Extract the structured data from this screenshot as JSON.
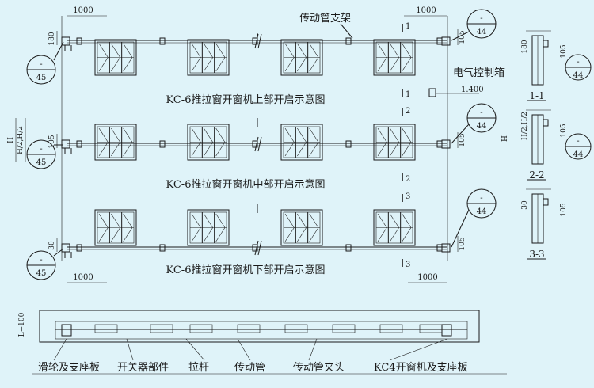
{
  "diagram": {
    "rows": [
      {
        "caption": "KC-6推拉窗开窗机上部开启示意图",
        "section": "1",
        "callout_left": {
          "top": "-",
          "bottom": "45"
        },
        "callout_right": {
          "top": "-",
          "bottom": "44"
        },
        "dim_left": "180",
        "dim_right": "105",
        "dim_far_left": ""
      },
      {
        "caption": "KC-6推拉窗开窗机中部开启示意图",
        "section": "2",
        "callout_left": {
          "top": "-",
          "bottom": "45"
        },
        "callout_right": {
          "top": "-",
          "bottom": "44"
        },
        "dim_left": "105",
        "dim_right": "105",
        "dim_far_left": "H/2,H/2"
      },
      {
        "caption": "KC-6推拉窗开窗机下部开启示意图",
        "section": "3",
        "callout_left": {
          "top": "-",
          "bottom": "45"
        },
        "callout_right": {
          "top": "-",
          "bottom": "44"
        },
        "dim_left": "30",
        "dim_right": "105",
        "dim_far_left": ""
      }
    ],
    "dim_1000": "1000",
    "dim_H": "H",
    "label_support": "传动管支架",
    "label_control_box": "电气控制箱",
    "control_box_level": "1.400",
    "section_views": [
      {
        "label": "1-1",
        "dim_left": "180",
        "dim_right": "105",
        "callout_top": "-",
        "callout_bottom": "44"
      },
      {
        "label": "2-2",
        "dim_left": "H/2,H/2",
        "dim_h": "H",
        "dim_right": "105",
        "callout_top": "-",
        "callout_bottom": "44"
      },
      {
        "label": "3-3",
        "dim_left": "30",
        "dim_right": "105"
      }
    ],
    "plan": {
      "dim_left": "1000",
      "dim_right": "1000",
      "dim_side": "L+100",
      "labels": [
        "滑轮及支座板",
        "开关器部件",
        "拉杆",
        "传动管",
        "传动管夹头",
        "KC4开窗机及支座板"
      ]
    }
  }
}
